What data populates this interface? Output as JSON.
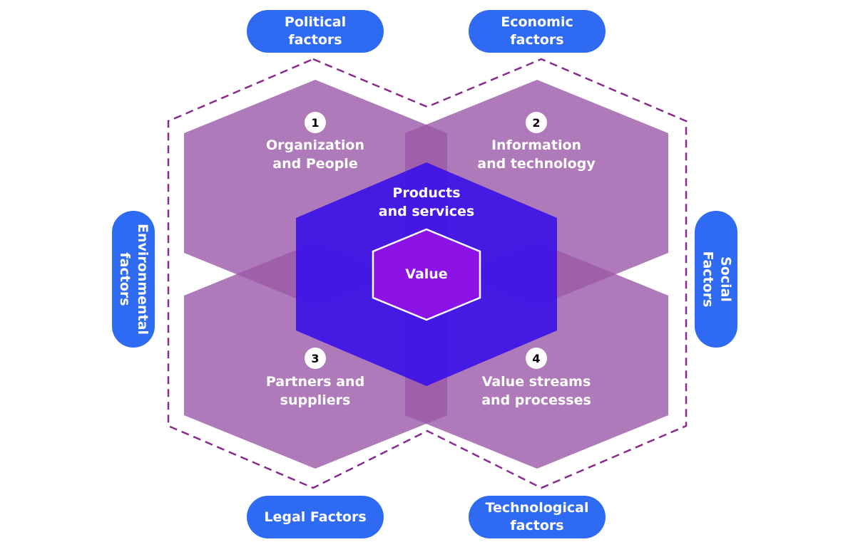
{
  "external_factors": {
    "political": "Political\nfactors",
    "economic": "Economic\nfactors",
    "environmental": "Environmental\nfactors",
    "social": "Social Factors",
    "legal": "Legal Factors",
    "technological": "Technological\nfactors"
  },
  "dimensions": [
    {
      "number": "1",
      "label": "Organization\nand People"
    },
    {
      "number": "2",
      "label": "Information\nand technology"
    },
    {
      "number": "3",
      "label": "Partners and\nsuppliers"
    },
    {
      "number": "4",
      "label": "Value streams\nand processes"
    }
  ],
  "center": {
    "products_label": "Products\nand services",
    "value_label": "Value"
  },
  "colors": {
    "pill": "#2f6bf2",
    "dimension_hex": "#9b59a8",
    "products_hex": "#3a10e8",
    "value_hex": "#8c12e6",
    "dashed_outline": "#8a2a8c"
  }
}
